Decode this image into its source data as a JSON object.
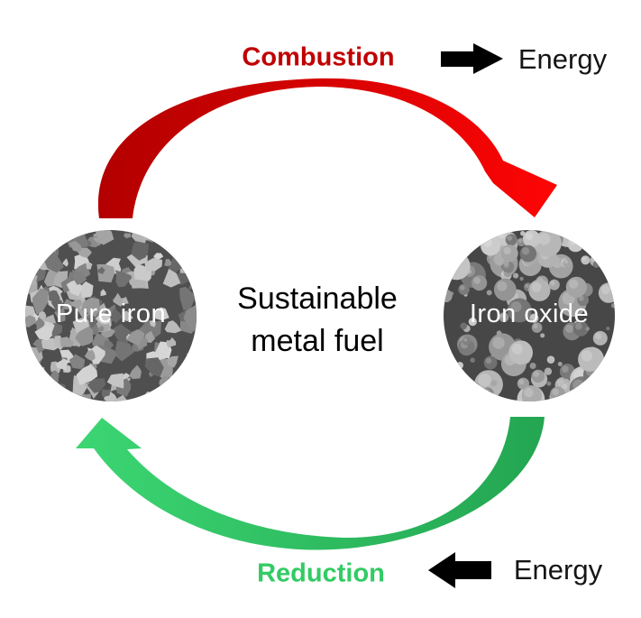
{
  "labels": {
    "combustion": {
      "text": "Combustion",
      "color": "#c00000"
    },
    "reduction": {
      "text": "Reduction",
      "color": "#32cb64"
    },
    "energy_top": {
      "text": "Energy",
      "color": "#151515"
    },
    "energy_bottom": {
      "text": "Energy",
      "color": "#151515"
    },
    "center_line1": "Sustainable",
    "center_line2": "metal fuel"
  },
  "nodes": {
    "left": {
      "label": "Pure iron",
      "content": "micrograph of irregular iron grains",
      "background": "#4f4f4f"
    },
    "right": {
      "label": "Iron oxide",
      "content": "micrograph of spherical oxide particles",
      "background": "#474747"
    }
  },
  "arrows": {
    "combustion_arc": {
      "from": "Pure iron",
      "to": "Iron oxide",
      "direction": "clockwise-top",
      "color_start": "#b20000",
      "color_end": "#fb0505"
    },
    "reduction_arc": {
      "from": "Iron oxide",
      "to": "Pure iron",
      "direction": "clockwise-bottom",
      "color_start": "#23a551",
      "color_end": "#3cd673"
    },
    "energy_out": {
      "direction": "right",
      "color": "#000000"
    },
    "energy_in": {
      "direction": "left",
      "color": "#000000"
    }
  },
  "colors": {
    "background": "#ffffff",
    "combustion_red_dark": "#b20000",
    "combustion_red_bright": "#fb0505",
    "reduction_green_dark": "#23a551",
    "reduction_green_bright": "#3cd673",
    "label_red": "#c00000",
    "label_green": "#32cb64",
    "text_black": "#151515"
  }
}
